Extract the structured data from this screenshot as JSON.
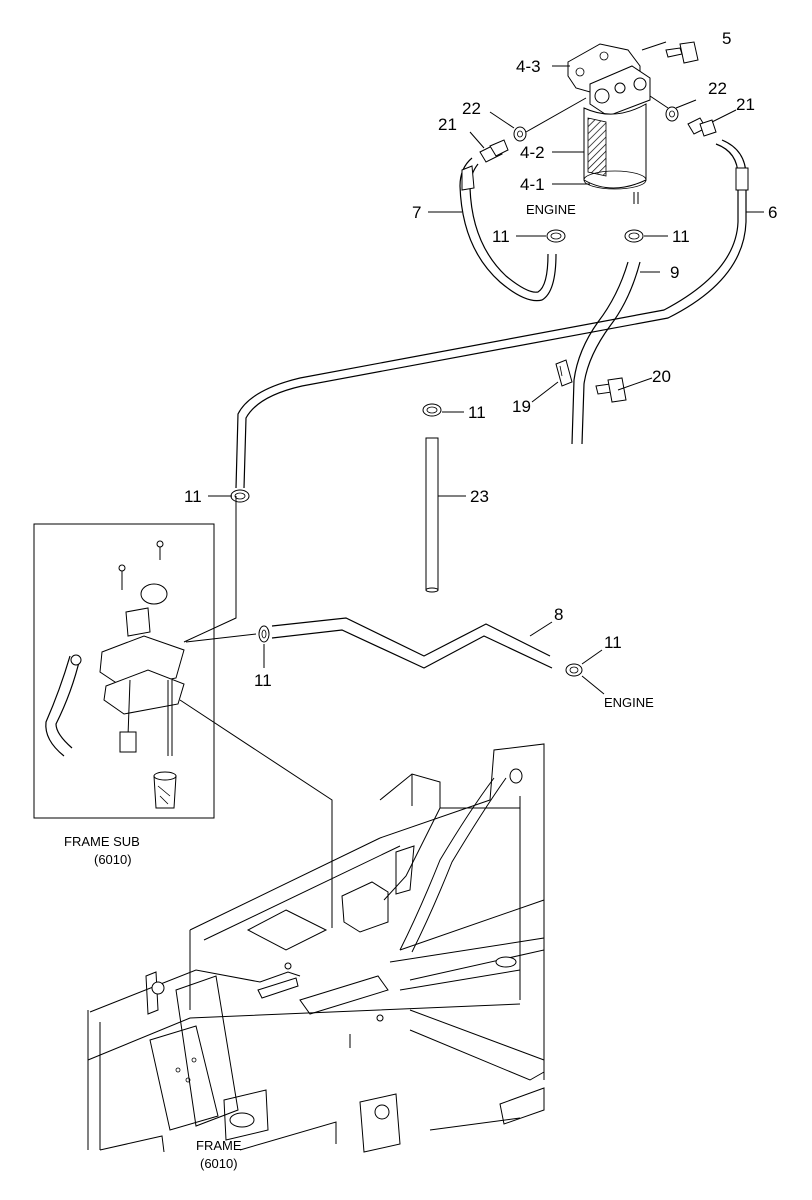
{
  "labels": {
    "l5": "5",
    "l4_3": "4-3",
    "l22a": "22",
    "l22b": "22",
    "l21a": "21",
    "l21b": "21",
    "l4_2": "4-2",
    "l4_1": "4-1",
    "l7": "7",
    "l6": "6",
    "l11a": "11",
    "l11b": "11",
    "l9": "9",
    "l20": "20",
    "l19": "19",
    "l11c": "11",
    "l23": "23",
    "l11d": "11",
    "l8": "8",
    "l11e": "11",
    "l11f": "11"
  },
  "captions": {
    "engine_top": "ENGINE",
    "engine_right": "ENGINE",
    "frame_sub": "FRAME SUB",
    "frame_sub_code": "(6010)",
    "frame": "FRAME",
    "frame_code": "(6010)"
  },
  "colors": {
    "line": "#000000",
    "filter_mesh": "#000000",
    "background": "#ffffff"
  }
}
